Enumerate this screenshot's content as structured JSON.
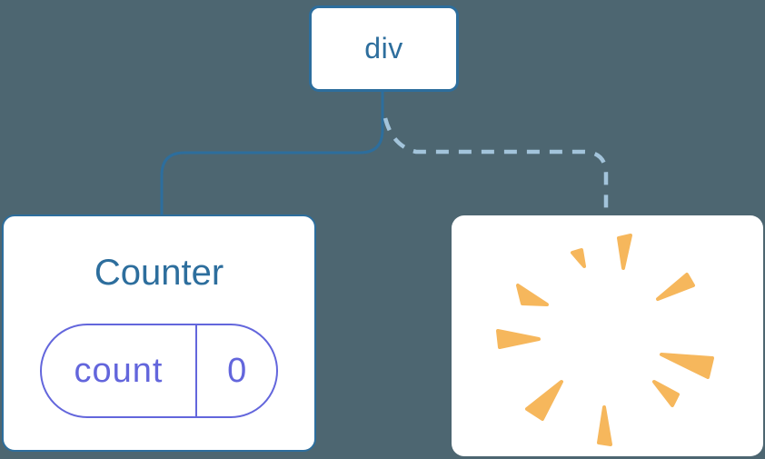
{
  "diagram": {
    "background_color": "#4D6671",
    "accent_blue": "#2D6E9D",
    "dashed_line_blue": "#A3C4DB",
    "state_indigo": "#6366DC",
    "poof_orange": "#F6B75C",
    "root_node": {
      "label": "div"
    },
    "counter_node": {
      "title": "Counter",
      "state_pill": {
        "name": "count",
        "value": "0"
      }
    },
    "removed_node": {
      "icon": "poof-burst-icon"
    }
  }
}
